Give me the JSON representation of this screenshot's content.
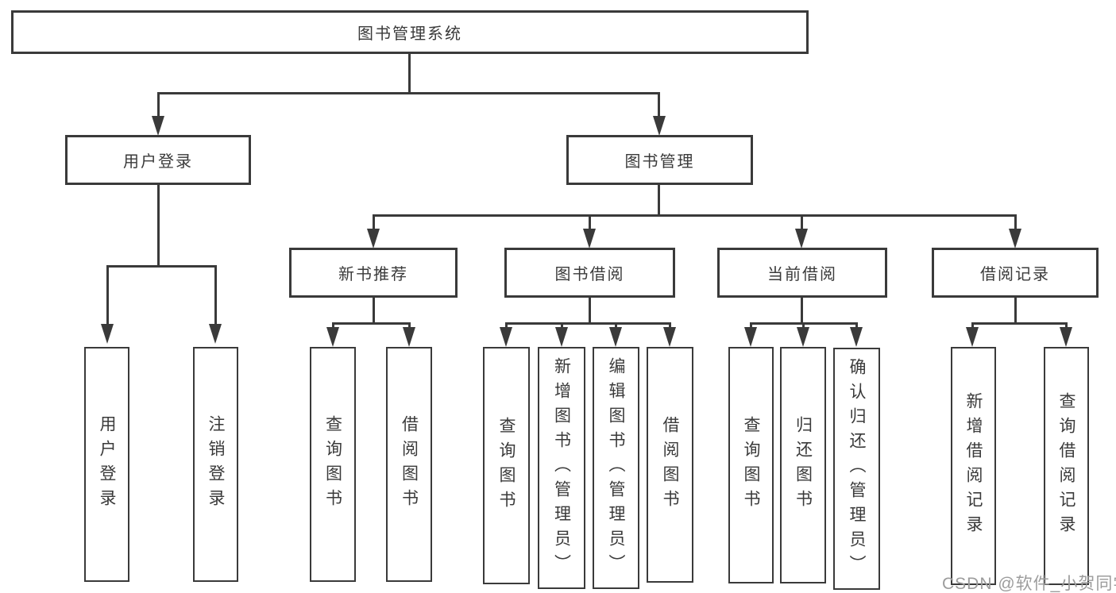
{
  "colors": {
    "background": "#ffffff",
    "line": "#3a3a3a",
    "text": "#3a3a3a",
    "watermark": "#9c9c9c"
  },
  "watermark": {
    "text": "CSDN @软件_小贺同学"
  },
  "tree": {
    "root": {
      "label": "图书管理系统",
      "children": [
        {
          "label": "用户登录",
          "children": [
            {
              "label": "用户登录"
            },
            {
              "label": "注销登录"
            }
          ]
        },
        {
          "label": "图书管理",
          "children": [
            {
              "label": "新书推荐",
              "children": [
                {
                  "label": "查询图书"
                },
                {
                  "label": "借阅图书"
                }
              ]
            },
            {
              "label": "图书借阅",
              "children": [
                {
                  "label": "查询图书"
                },
                {
                  "label": "新增图书（管理员）"
                },
                {
                  "label": "编辑图书（管理员）"
                },
                {
                  "label": "借阅图书"
                }
              ]
            },
            {
              "label": "当前借阅",
              "children": [
                {
                  "label": "查询图书"
                },
                {
                  "label": "归还图书"
                },
                {
                  "label": "确认归还（管理员）"
                }
              ]
            },
            {
              "label": "借阅记录",
              "children": [
                {
                  "label": "新增借阅记录"
                },
                {
                  "label": "查询借阅记录"
                }
              ]
            }
          ]
        }
      ]
    }
  }
}
